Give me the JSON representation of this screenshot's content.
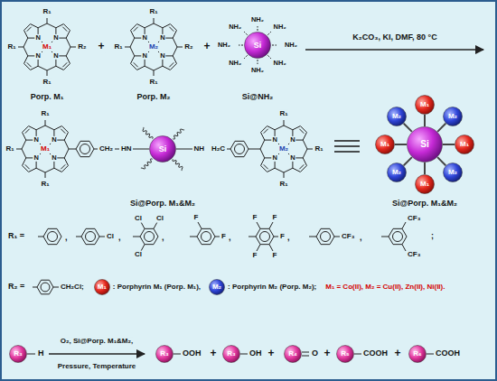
{
  "diagram": {
    "nodes": [
      {
        "text": [
          "Si"
        ]
      },
      {
        "text": [
          "Si"
        ]
      },
      {
        "text": [
          "Si"
        ]
      },
      {
        "text": [
          "M₂"
        ]
      },
      {
        "text": [
          "M₁"
        ]
      },
      {
        "text": [
          "M₂"
        ]
      },
      {
        "text": [
          "M₁"
        ]
      },
      {
        "text": [
          "M₁"
        ]
      },
      {
        "text": [
          "M₂"
        ]
      },
      {
        "text": [
          "M₁"
        ]
      },
      {
        "text": [
          "M₂"
        ]
      },
      {
        "text": [
          "M₁"
        ]
      },
      {
        "text": [
          "M₂"
        ]
      },
      {
        "text": [
          "R₃"
        ]
      },
      {
        "text": [
          "R₃"
        ]
      },
      {
        "text": [
          "R₃"
        ]
      },
      {
        "text": [
          "R₄"
        ]
      },
      {
        "text": [
          "R₅"
        ]
      },
      {
        "text": [
          "R₆"
        ]
      }
    ],
    "edges": [
      {
        "from": 2,
        "to": 3,
        "arrow": "none"
      },
      {
        "from": 2,
        "to": 4,
        "arrow": "none"
      },
      {
        "from": 2,
        "to": 5,
        "arrow": "none"
      },
      {
        "from": 2,
        "to": 6,
        "arrow": "none"
      },
      {
        "from": 2,
        "to": 7,
        "arrow": "none"
      },
      {
        "from": 2,
        "to": 8,
        "arrow": "none"
      },
      {
        "from": 2,
        "to": 9,
        "arrow": "none"
      },
      {
        "from": 2,
        "to": 10,
        "arrow": "none"
      }
    ],
    "labels": [
      "N",
      "N",
      "N",
      "N",
      "M₁",
      "R₁",
      "R₁",
      "R₁",
      "R₂",
      "Porp. M₁",
      "+",
      "N",
      "N",
      "N",
      "N",
      "M₂",
      "R₁",
      "R₁",
      "R₁",
      "R₂",
      "Porp. M₂",
      "+",
      "NH₂",
      "NH₂",
      "NH₂",
      "NH₂",
      "NH₂",
      "NH₂",
      "NH₂",
      "NH₂",
      "Si@NH₂",
      "K₂CO₃, KI, DMF, 80 °C",
      "N",
      "N",
      "N",
      "N",
      "M₁",
      "R₁",
      "R₁",
      "R₁",
      "CH₂",
      "HN",
      "NH",
      "H₂C",
      "N",
      "N",
      "N",
      "N",
      "M₂",
      "R₁",
      "R₁",
      "R₁",
      "Si@Porp. M₁&M₂",
      "Si@Porp. M₁&M₂",
      "R₁ =",
      ",",
      "Cl",
      ",",
      "Cl",
      "Cl",
      "Cl",
      ",",
      "F",
      "F",
      ",",
      "F",
      "F",
      "F",
      "F",
      "F",
      ",",
      "CF₃",
      ",",
      "CF₃",
      "CF₃",
      ";",
      "R₂ =",
      "CH₂Cl;",
      ": Porphyrin M₁ (Porp. M₁),",
      ": Porphyrin M₂ (Porp. M₂);",
      "M₁ = Co(II), M₂ = Cu(II), Zn(II), Ni(II).",
      "H",
      "O₂, Si@Porp. M₁&M₂,",
      "Pressure, Temperature",
      "OOH",
      "+",
      "OH",
      "+",
      "O",
      "+",
      "COOH",
      "+",
      "COOH"
    ]
  }
}
